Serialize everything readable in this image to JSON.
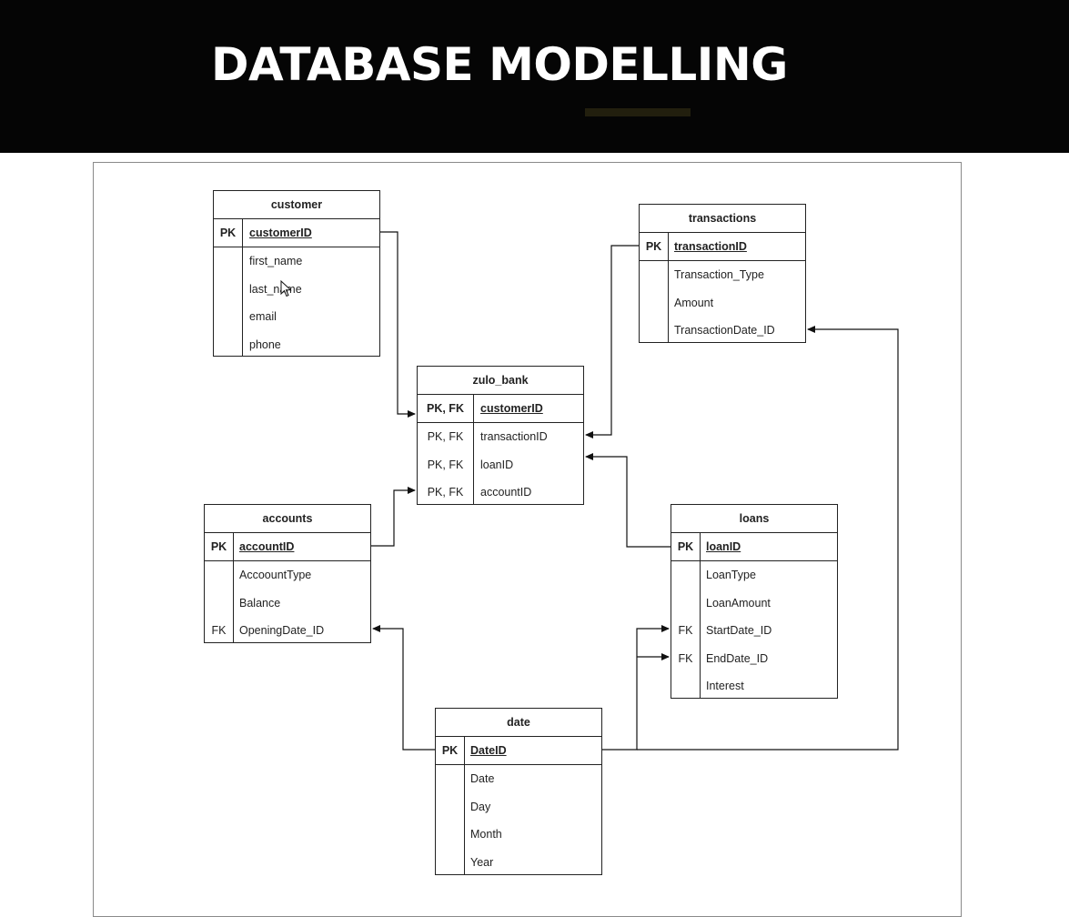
{
  "banner": {
    "title": "DATABASE MODELLING"
  },
  "entities": {
    "customer": {
      "name": "customer",
      "pk": {
        "key": "PK",
        "field": "customerID"
      },
      "rows": [
        {
          "key": "",
          "field": "first_name"
        },
        {
          "key": "",
          "field": "last_name"
        },
        {
          "key": "",
          "field": "email"
        },
        {
          "key": "",
          "field": "phone"
        }
      ]
    },
    "transactions": {
      "name": "transactions",
      "pk": {
        "key": "PK",
        "field": "transactionID"
      },
      "rows": [
        {
          "key": "",
          "field": "Transaction_Type"
        },
        {
          "key": "",
          "field": "Amount"
        },
        {
          "key": "",
          "field": "TransactionDate_ID"
        }
      ]
    },
    "zulo_bank": {
      "name": "zulo_bank",
      "pk": {
        "key": "PK, FK",
        "field": "customerID"
      },
      "rows": [
        {
          "key": "PK, FK",
          "field": "transactionID"
        },
        {
          "key": "PK, FK",
          "field": "loanID"
        },
        {
          "key": "PK, FK",
          "field": "accountID"
        }
      ]
    },
    "accounts": {
      "name": "accounts",
      "pk": {
        "key": "PK",
        "field": "accountID"
      },
      "rows": [
        {
          "key": "",
          "field": "AccoountType"
        },
        {
          "key": "",
          "field": "Balance"
        },
        {
          "key": "FK",
          "field": "OpeningDate_ID"
        }
      ]
    },
    "loans": {
      "name": "loans",
      "pk": {
        "key": "PK",
        "field": "loanID"
      },
      "rows": [
        {
          "key": "",
          "field": "LoanType"
        },
        {
          "key": "",
          "field": "LoanAmount"
        },
        {
          "key": "FK",
          "field": "StartDate_ID"
        },
        {
          "key": "FK",
          "field": "EndDate_ID"
        },
        {
          "key": "",
          "field": "Interest"
        }
      ]
    },
    "date": {
      "name": "date",
      "pk": {
        "key": "PK",
        "field": "DateID"
      },
      "rows": [
        {
          "key": "",
          "field": "Date"
        },
        {
          "key": "",
          "field": "Day"
        },
        {
          "key": "",
          "field": "Month"
        },
        {
          "key": "",
          "field": "Year"
        }
      ]
    }
  },
  "relationships": [
    {
      "from": "customer.customerID",
      "to": "zulo_bank.customerID"
    },
    {
      "from": "transactions.transactionID",
      "to": "zulo_bank.transactionID"
    },
    {
      "from": "loans.loanID",
      "to": "zulo_bank.loanID"
    },
    {
      "from": "accounts.accountID",
      "to": "zulo_bank.accountID"
    },
    {
      "from": "date.DateID",
      "to": "accounts.OpeningDate_ID"
    },
    {
      "from": "date.DateID",
      "to": "loans.StartDate_ID"
    },
    {
      "from": "date.DateID",
      "to": "loans.EndDate_ID"
    },
    {
      "from": "date.DateID",
      "to": "transactions.TransactionDate_ID"
    }
  ]
}
